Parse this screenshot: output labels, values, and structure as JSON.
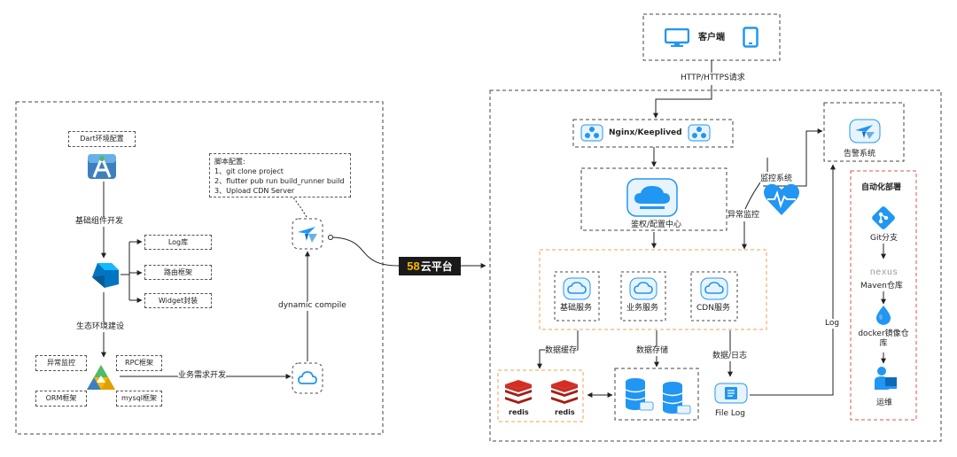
{
  "client": {
    "label": "客户端"
  },
  "http_label": "HTTP/HTTPS请求",
  "left": {
    "dart_env": "Dart环境配置",
    "basic_dev": "基础组件开发",
    "log_lib": "Log库",
    "router": "路由框架",
    "widget": "Widget封装",
    "eco_build": "生态环境建设",
    "ecosystem": [
      "异常监控",
      "RPC框架",
      "ORM框架",
      "mysql框架"
    ],
    "biz_dev": "业务需求开发",
    "dynamic_compile": "dynamic compile",
    "script_config": {
      "title": "脚本配置:",
      "lines": [
        "1、git clone project",
        "2、flutter pub run build_runner build",
        "3、Upload CDN Server"
      ]
    }
  },
  "platform": {
    "digits": "58",
    "name": "云平台"
  },
  "right": {
    "nginx": "Nginx/Keeplived",
    "auth_center": "鉴权/配置中心",
    "services": [
      "基础服务",
      "业务服务",
      "CDN服务"
    ],
    "data_cache": "数据缓存",
    "data_storage": "数据存储",
    "data_log": "数据/日志",
    "redis": [
      "redis",
      "redis"
    ],
    "file_log": "File Log",
    "monitor_system": "监控系统",
    "abnormal_monitor": "异常监控",
    "alert_system": "告警系统",
    "log_label": "Log"
  },
  "deploy": {
    "title": "自动化部署",
    "git": "Git分支",
    "nexus_logo": "nexus",
    "maven": "Maven仓库",
    "docker": "docker镜像仓库",
    "ops": "运维"
  },
  "colors": {
    "accent": "#2196f3",
    "light": "#e8f4fd",
    "orange": "#f0a050",
    "red": "#e05050",
    "redis": "#d82c20",
    "line": "#222222"
  }
}
